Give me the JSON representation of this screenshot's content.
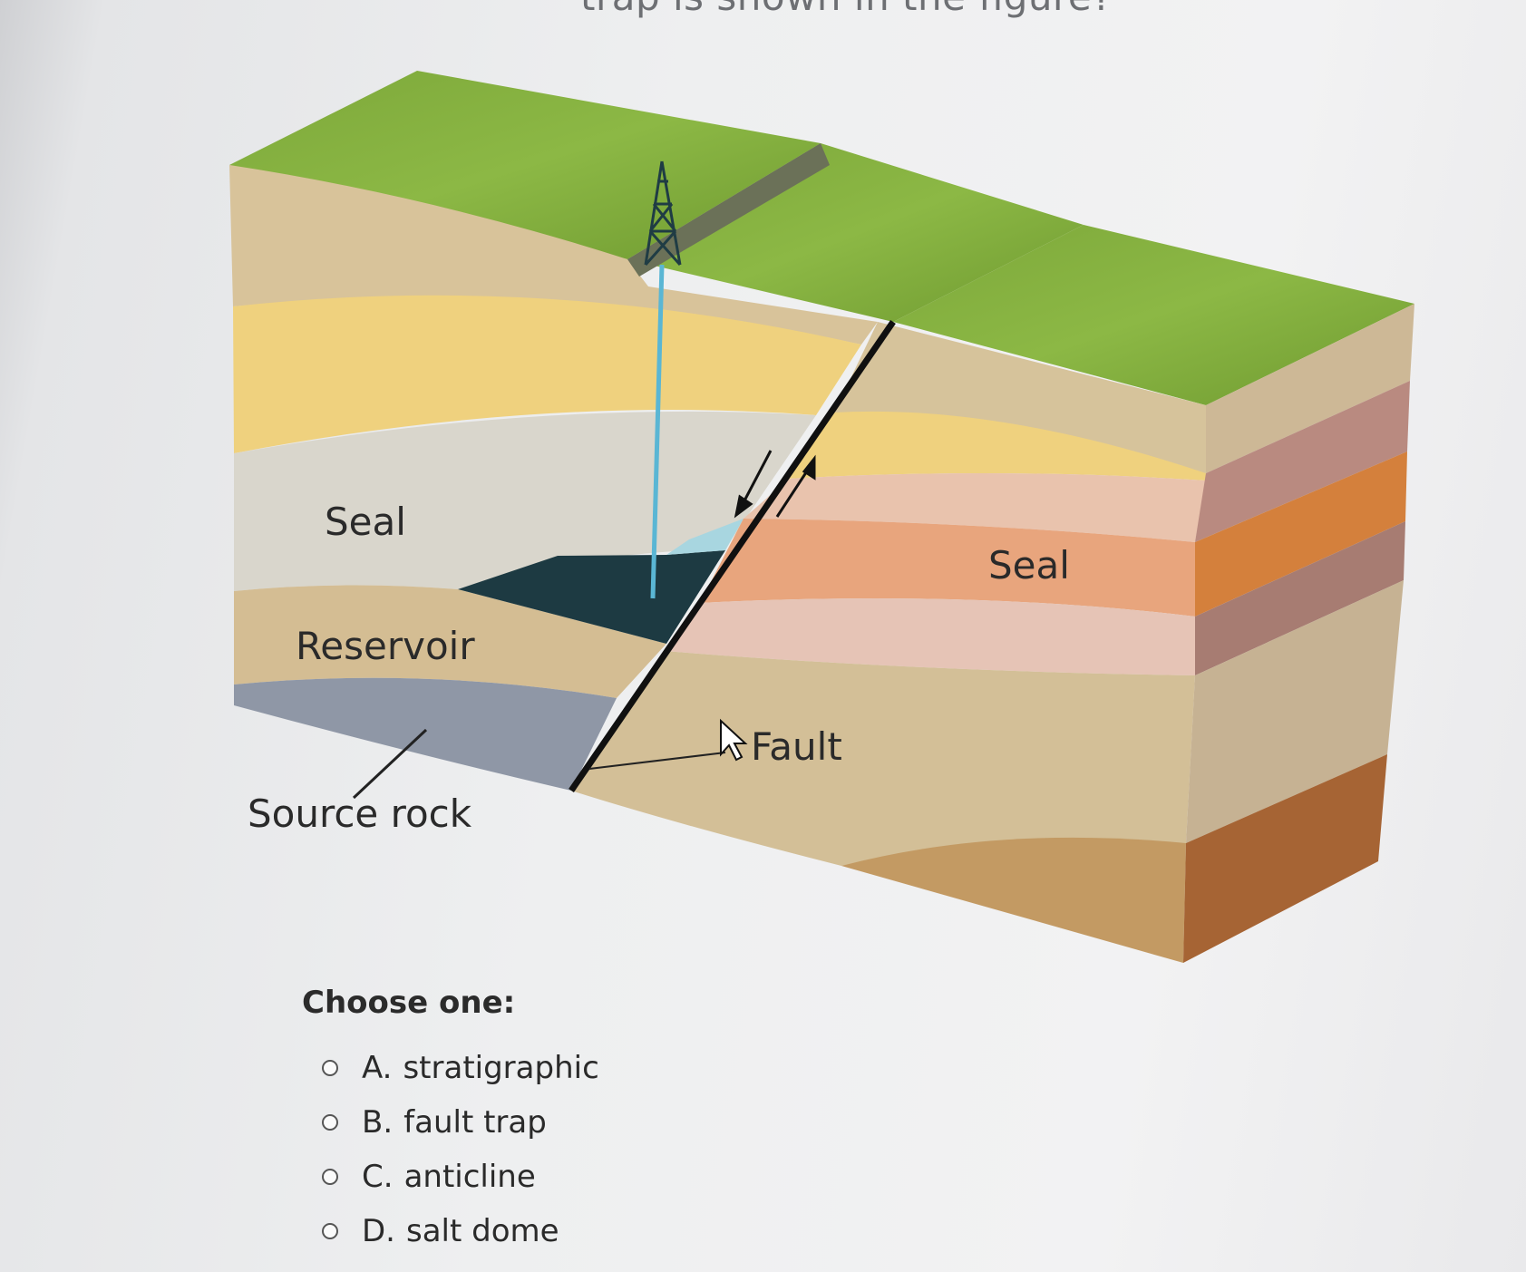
{
  "question": {
    "partial_title": "trap is shown in the figure?"
  },
  "diagram": {
    "labels": {
      "seal_left": "Seal",
      "reservoir": "Reservoir",
      "source_rock": "Source rock",
      "seal_right": "Seal",
      "fault": "Fault"
    }
  },
  "choose_label": "Choose one:",
  "options": [
    {
      "letter": "A.",
      "text": "stratigraphic"
    },
    {
      "letter": "B.",
      "text": "fault trap"
    },
    {
      "letter": "C.",
      "text": "anticline"
    },
    {
      "letter": "D.",
      "text": "salt dome"
    }
  ]
}
